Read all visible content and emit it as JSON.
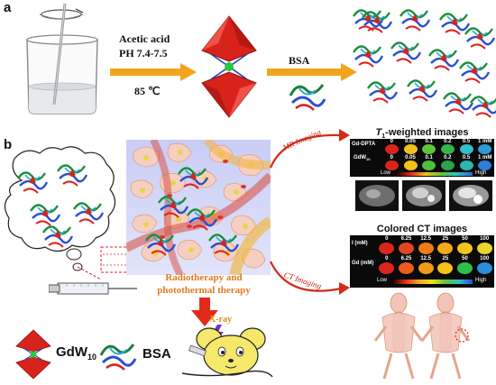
{
  "panel_a": {
    "letter": "a",
    "condition_line1": "Acetic acid",
    "condition_line2": "PH 7.4-7.5",
    "temperature": "85 ℃",
    "protein_label": "BSA"
  },
  "panel_b": {
    "letter": "b",
    "mr_label": "MR Imaging",
    "ct_label": "CT Imaging",
    "therapy_line1": "Radiotherapy and",
    "therapy_line2": "photothermal therapy",
    "xray_label": "X-ray",
    "legend_gdw": "GdW",
    "legend_gdw_sub": "10",
    "legend_bsa": "BSA"
  },
  "t1_panel": {
    "title_prefix": "T",
    "title_sub": "1",
    "title_rest": "-weighted images",
    "row1_label": "Gd-DPTA",
    "row2_label": "GdW",
    "row2_label_sub": "10",
    "concentrations": [
      "0",
      "0.05",
      "0.1",
      "0.2",
      "0.5",
      "1 mM"
    ],
    "low": "Low",
    "high": "High",
    "colors_row1": [
      "#d9261c",
      "#f3c21a",
      "#5fc43a",
      "#37b34a",
      "#2fc0c8",
      "#2a9bd8"
    ],
    "colors_row2": [
      "#d9261c",
      "#f3c21a",
      "#4fbf3a",
      "#2aa24f",
      "#29b9b1",
      "#2a7fd8"
    ]
  },
  "ct_panel": {
    "title": "Colored CT images",
    "row1_label": "I (mM)",
    "row2_label": "Gd (mM)",
    "concentrations": [
      "0",
      "6.25",
      "12.5",
      "25",
      "50",
      "100"
    ],
    "low": "Low",
    "high": "High",
    "colors_row1": [
      "#d9261c",
      "#e2461c",
      "#ef7a1a",
      "#f3a91a",
      "#f1c51e",
      "#e8d62a"
    ],
    "colors_row2": [
      "#d9261c",
      "#ea5b1c",
      "#f19a1a",
      "#f4c21a",
      "#2fbf4a",
      "#2a8fd8"
    ]
  }
}
